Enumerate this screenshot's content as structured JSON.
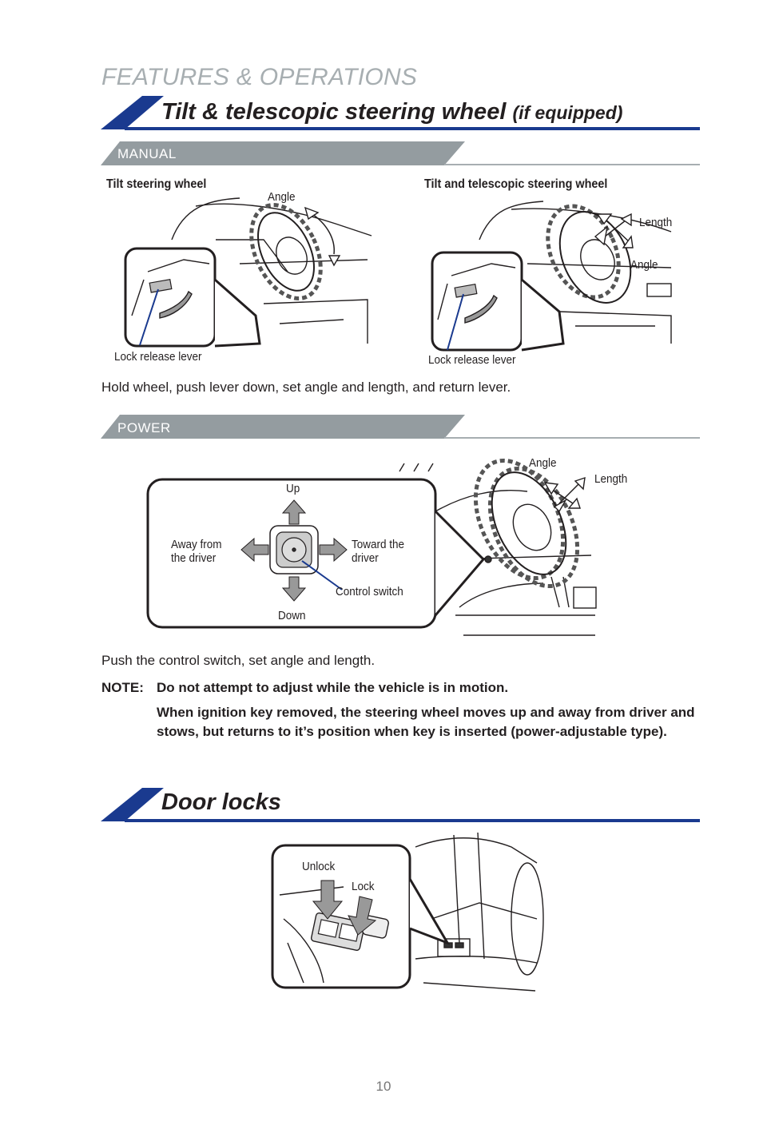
{
  "header": {
    "section": "FEATURES & OPERATIONS"
  },
  "steering": {
    "title": "Tilt & telescopic steering wheel",
    "title_suffix": "(if equipped)",
    "manual": {
      "label": "MANUAL",
      "tilt_caption": "Tilt steering wheel",
      "telescopic_caption": "Tilt and telescopic steering wheel",
      "angle": "Angle",
      "length": "Length",
      "lock_release": "Lock release lever",
      "instruction": "Hold wheel, push lever down, set angle and length, and return lever."
    },
    "power": {
      "label": "POWER",
      "up": "Up",
      "down": "Down",
      "away": "Away from\nthe driver",
      "toward": "Toward the\ndriver",
      "control_switch": "Control switch",
      "angle": "Angle",
      "length": "Length",
      "instruction": "Push the control switch, set angle and length.",
      "note_prefix": "NOTE:",
      "note_1": "Do not attempt to adjust while the vehicle is in motion.",
      "note_2": "When ignition key removed, the steering wheel moves up and away from driver and stows, but returns to it’s position when key is inserted (power-adjustable type)."
    }
  },
  "door_locks": {
    "title": "Door locks",
    "unlock": "Unlock",
    "lock": "Lock"
  },
  "page_number": "10",
  "colors": {
    "accent": "#1a3a8f",
    "subbar": "#949ca0",
    "rule": "#a7aeb1"
  }
}
